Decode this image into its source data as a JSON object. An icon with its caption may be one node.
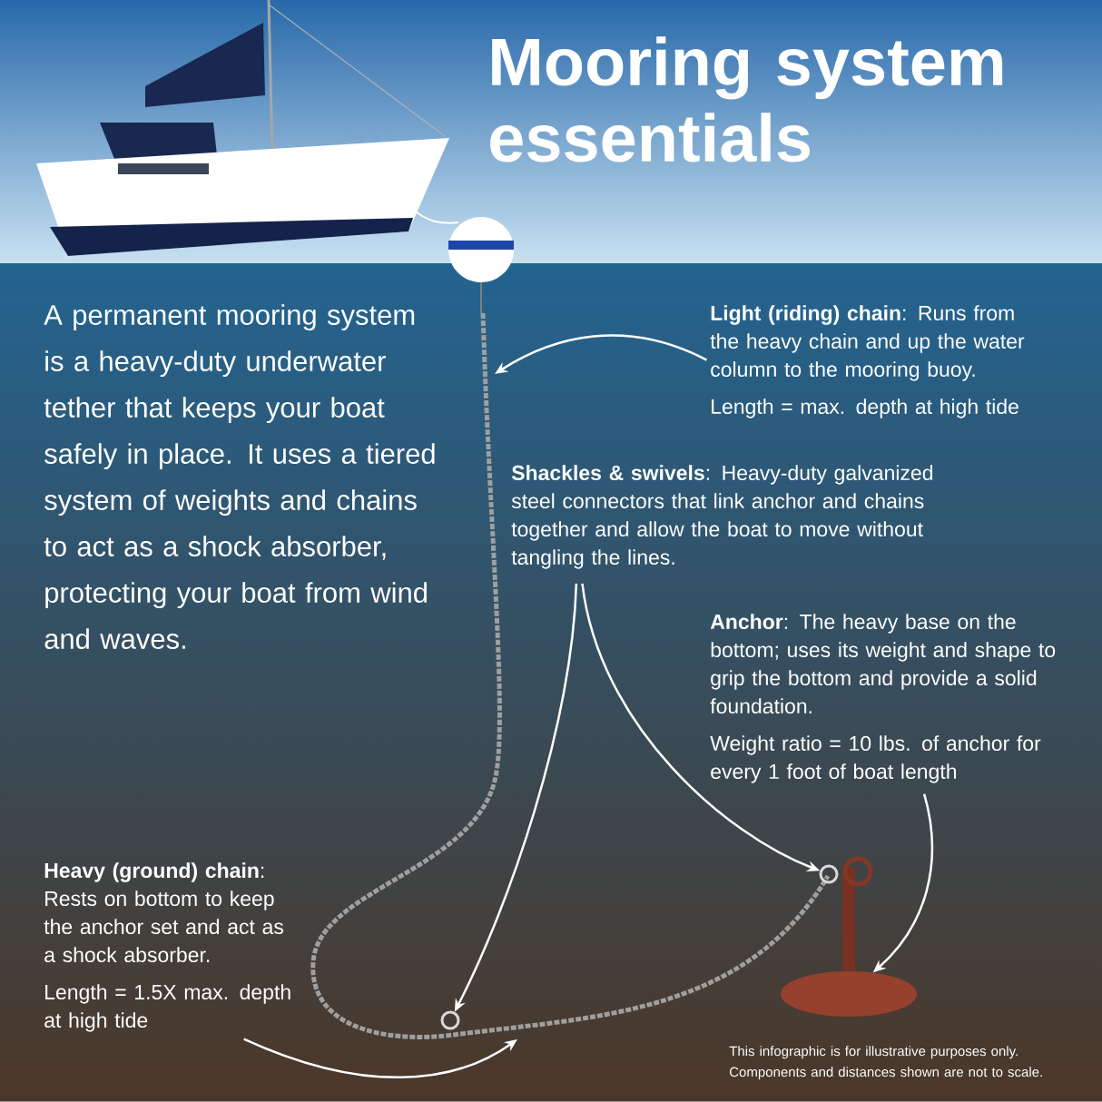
{
  "diagram": {
    "title": "Mooring system essentials",
    "nodes": [
      {
        "text": [
          "**Light (riding) chain**: Runs from the heavy chain and up the water column to the mooring buoy.",
          "Length = max. depth at high tide"
        ]
      },
      {
        "text": [
          "**Shackles & swivels**: Heavy-duty galvanized steel connectors that link anchor and chains together and allow the boat to move without tangling the lines."
        ]
      },
      {
        "text": [
          "**Anchor**: The heavy base on the bottom; uses its weight and shape to grip the bottom and provide a solid foundation.",
          "Weight ratio = 10 lbs. of anchor for every 1 foot of boat length"
        ]
      },
      {
        "text": [
          "**Heavy (ground) chain**: Rests on bottom to keep the anchor set and act as a shock absorber.",
          "Length = 1.5X max. depth at high tide"
        ]
      },
      {
        "text": [],
        "shape": "circle"
      },
      {
        "text": [],
        "shape": "circle"
      },
      {
        "text": [],
        "shape": "ellipse"
      }
    ],
    "edges": [
      {
        "from": 0,
        "to": null,
        "arrow": "to"
      },
      {
        "from": 1,
        "to": 4,
        "arrow": "to"
      },
      {
        "from": 1,
        "to": 5,
        "arrow": "to"
      },
      {
        "from": 2,
        "to": 6,
        "arrow": "to"
      },
      {
        "from": 3,
        "to": null,
        "arrow": "to"
      }
    ],
    "labels": [
      "A permanent mooring system is a heavy-duty underwater tether that keeps your boat safely in place. It uses a tiered system of weights and chains to act as a shock absorber, protecting your boat from wind and waves.",
      "This infographic is for illustrative purposes only. Components and distances shown are not to scale."
    ]
  }
}
